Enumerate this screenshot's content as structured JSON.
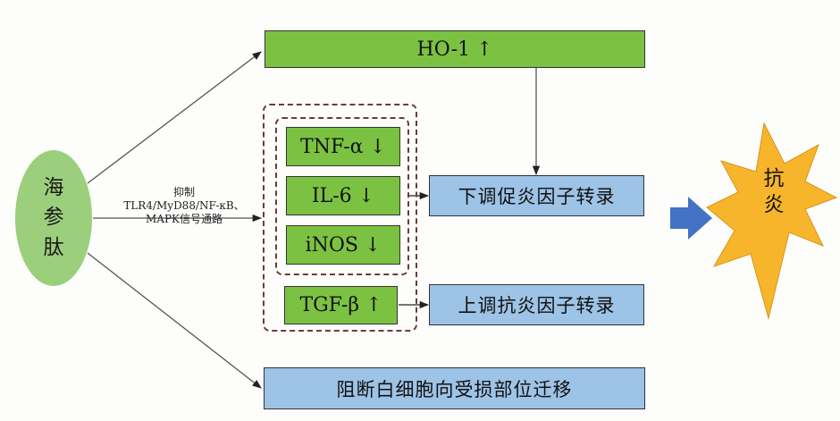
{
  "source": {
    "lines": [
      "海",
      "参",
      "肽"
    ]
  },
  "inhibit_label": {
    "lines": [
      "抑制",
      "TLR4/MyD88/NF-κB、",
      "MAPK信号通路"
    ]
  },
  "top_box": "HO-1 ↑",
  "cytokines": {
    "tnf": "TNF-α ↓",
    "il6": "IL-6 ↓",
    "inos": "iNOS ↓",
    "tgf": "TGF-β ↑"
  },
  "outcomes": {
    "down_pro": "下调促炎因子转录",
    "up_anti": "上调抗炎因子转录",
    "block": "阻断白细胞向受损部位迁移"
  },
  "result": {
    "lines": [
      "抗",
      "炎"
    ]
  },
  "colors": {
    "green_box": "#7cc242",
    "blue_box": "#9dc3e6",
    "ellipse": "#9ccf7c",
    "arrow": "#4472c4",
    "burst": "#f7b52c"
  }
}
